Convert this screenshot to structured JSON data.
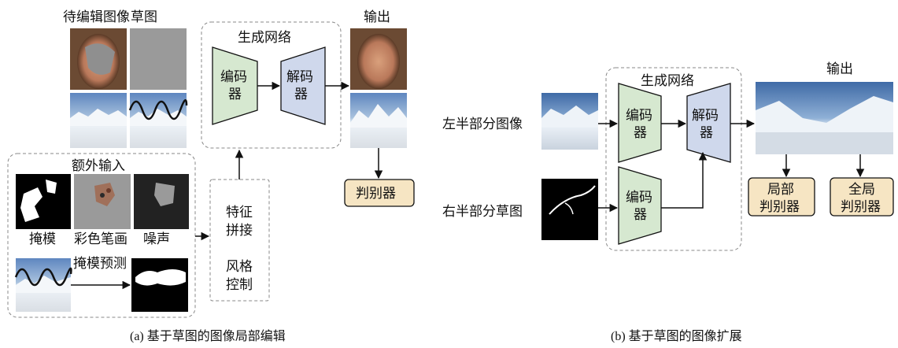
{
  "panel_a": {
    "input_title": "待编辑图像",
    "sketch_title": "草图",
    "network_title": "生成网络",
    "encoder": [
      "编码",
      "器"
    ],
    "decoder": [
      "解码",
      "器"
    ],
    "output_title": "输出",
    "discriminator": "判别器",
    "extra_title": "额外输入",
    "mask_label": "掩模",
    "color_stroke_label": "彩色笔画",
    "noise_label": "噪声",
    "mask_pred_label": "掩模预测",
    "feature_lines": [
      "特征",
      "拼接",
      "风格",
      "控制"
    ],
    "caption": "(a) 基于草图的图像局部编辑"
  },
  "panel_b": {
    "network_title": "生成网络",
    "left_half_label": "左半部分图像",
    "right_sketch_label": "右半部分草图",
    "encoder": [
      "编码",
      "器"
    ],
    "decoder": [
      "解码",
      "器"
    ],
    "output_title": "输出",
    "local_disc": [
      "局部",
      "判别器"
    ],
    "global_disc": [
      "全局",
      "判别器"
    ],
    "caption": "(b) 基于草图的图像扩展"
  },
  "colors": {
    "encoder_fill": "#d6e8d0",
    "decoder_fill": "#cfd8ec",
    "disc_fill": "#f6e5c3",
    "snow_sky": "#6f95c4",
    "face_skin": "#c98d6a",
    "sketch_bg": "#9a9a9a"
  }
}
